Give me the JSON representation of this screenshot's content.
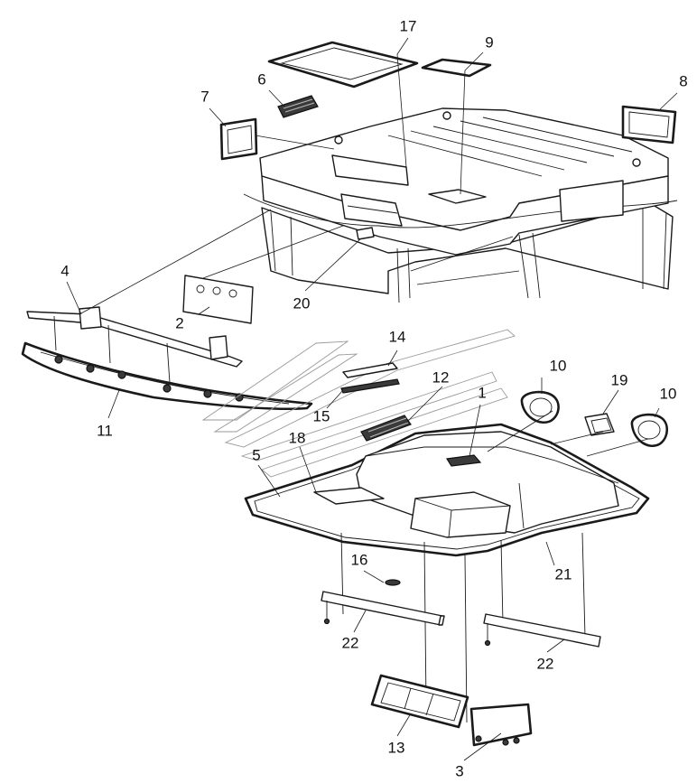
{
  "callouts": [
    {
      "id": "17",
      "label": "17"
    },
    {
      "id": "9",
      "label": "9"
    },
    {
      "id": "6",
      "label": "6"
    },
    {
      "id": "8",
      "label": "8"
    },
    {
      "id": "7",
      "label": "7"
    },
    {
      "id": "4",
      "label": "4"
    },
    {
      "id": "2",
      "label": "2"
    },
    {
      "id": "20",
      "label": "20"
    },
    {
      "id": "11",
      "label": "11"
    },
    {
      "id": "14",
      "label": "14"
    },
    {
      "id": "10a",
      "label": "10"
    },
    {
      "id": "12",
      "label": "12"
    },
    {
      "id": "19",
      "label": "19"
    },
    {
      "id": "10b",
      "label": "10"
    },
    {
      "id": "1",
      "label": "1"
    },
    {
      "id": "15",
      "label": "15"
    },
    {
      "id": "18",
      "label": "18"
    },
    {
      "id": "5",
      "label": "5"
    },
    {
      "id": "16",
      "label": "16"
    },
    {
      "id": "21",
      "label": "21"
    },
    {
      "id": "22a",
      "label": "22"
    },
    {
      "id": "22b",
      "label": "22"
    },
    {
      "id": "13",
      "label": "13"
    },
    {
      "id": "3",
      "label": "3"
    }
  ]
}
